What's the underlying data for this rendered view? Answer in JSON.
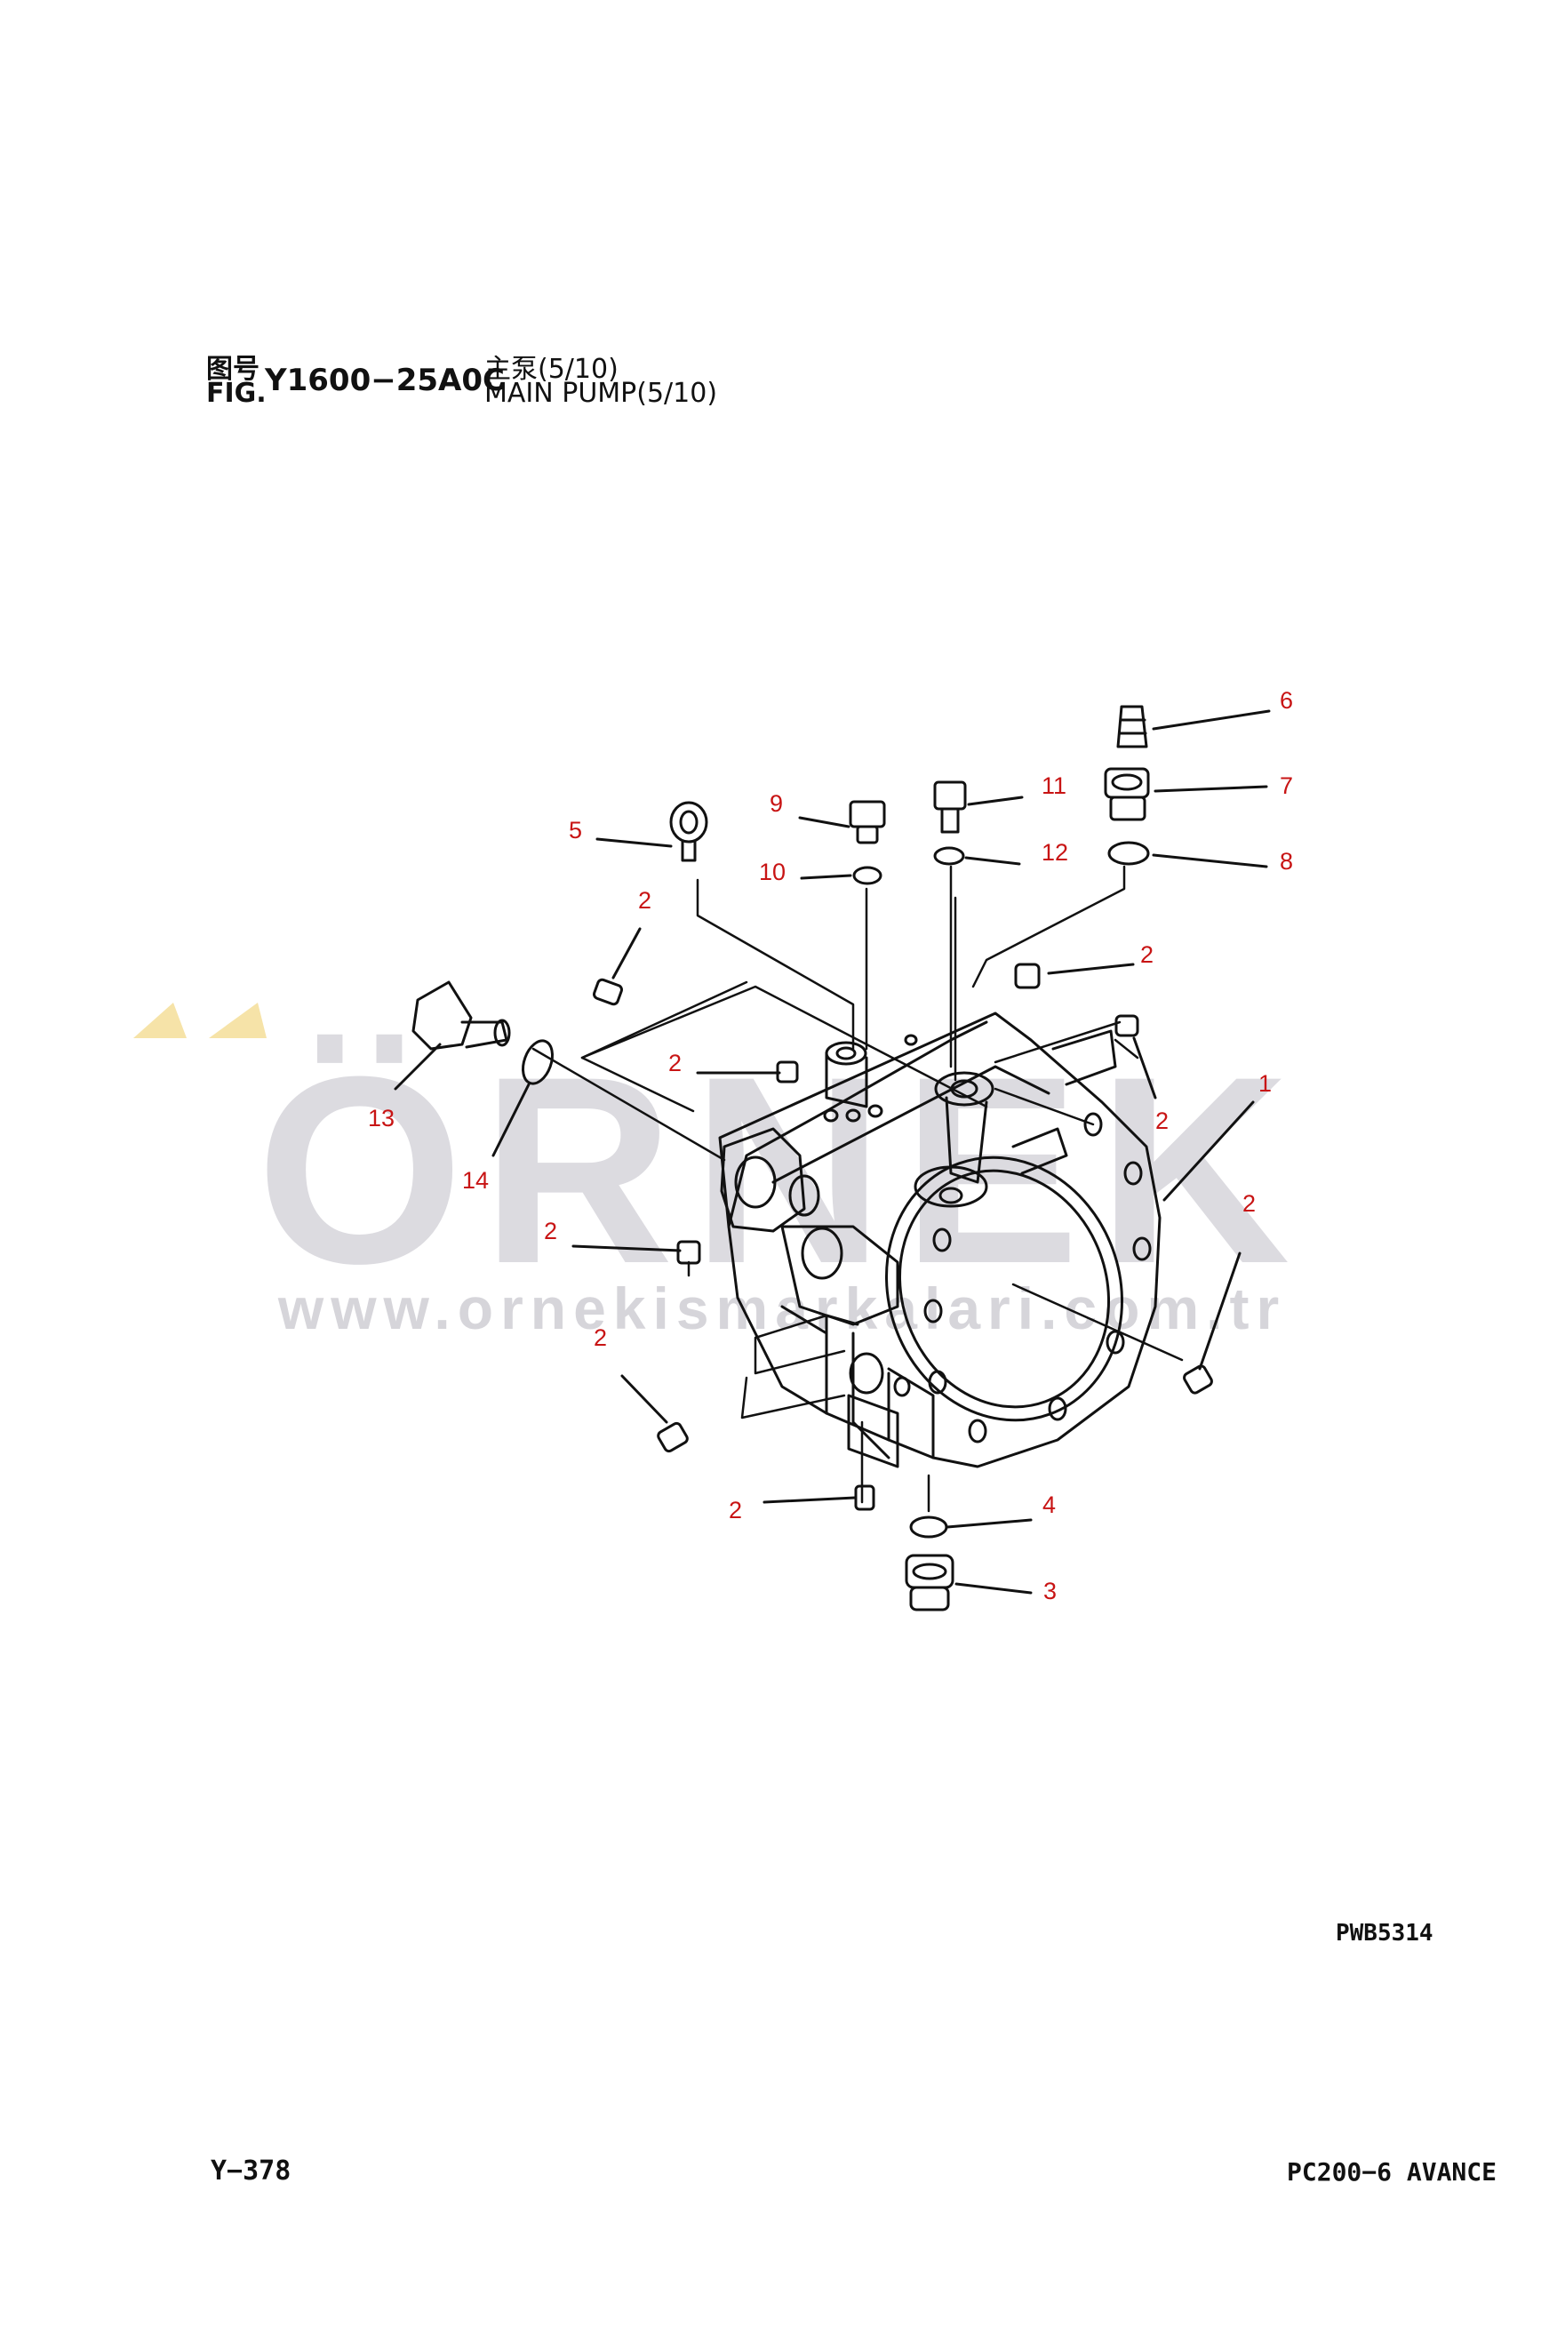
{
  "header": {
    "label_cn": "图号",
    "label_en": "FIG.",
    "fig_code": "Y1600−25A0C",
    "title_cn": "主泵(5/10)",
    "title_en": "MAIN PUMP(5/10)"
  },
  "watermark": {
    "logo_text": "ÖRNEK",
    "url_text": "www.ornekismarkalari.com.tr",
    "logo_color": "#dcdbe0",
    "accent_color": "#f6e3a8"
  },
  "callouts": [
    "1",
    "2",
    "2",
    "2",
    "2",
    "2",
    "2",
    "2",
    "2",
    "3",
    "4",
    "5",
    "6",
    "7",
    "8",
    "9",
    "10",
    "11",
    "12",
    "13",
    "14"
  ],
  "callout_color": "#c81414",
  "drawing_ref": "PWB5314",
  "footer": {
    "page": "Y−378",
    "model": "PC200−6 AVANCE"
  }
}
